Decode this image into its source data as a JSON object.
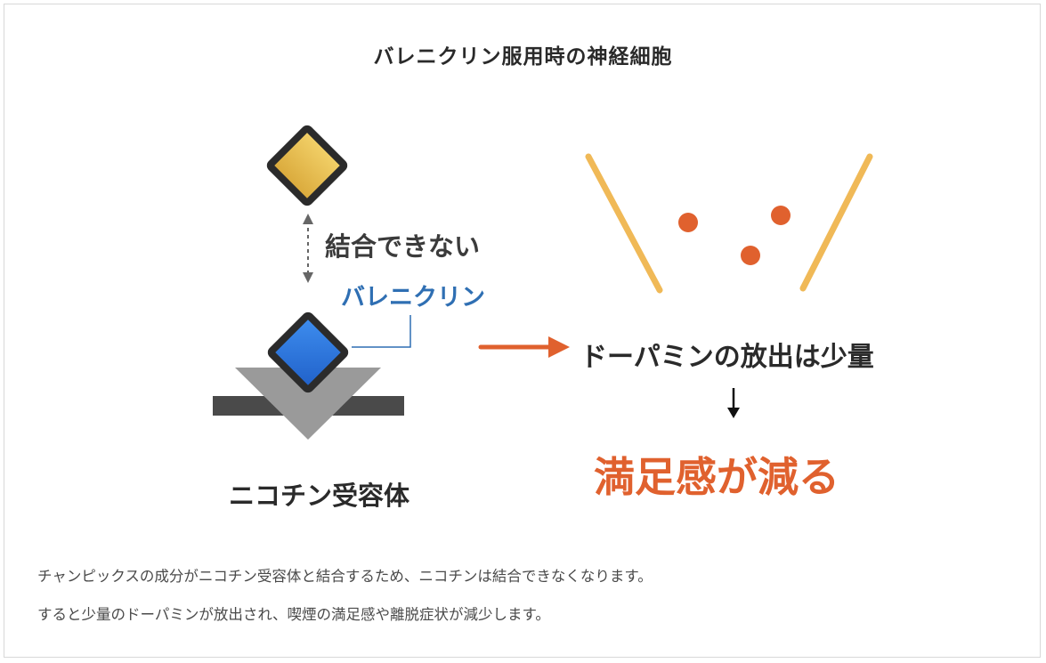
{
  "title": "バレニクリン服用時の神経細胞",
  "labels": {
    "cannot_bind": "結合できない",
    "varenicline": "バレニクリン",
    "receptor": "ニコチン受容体",
    "dopamine_release": "ドーパミンの放出は少量",
    "satisfaction_decrease": "満足感が減る"
  },
  "description": {
    "line1": "チャンピックスの成分がニコチン受容体と結合するため、ニコチンは結合できなくなります。",
    "line2": "すると少量のドーパミンが放出され、喫煙の満足感や離脱症状が減少します。"
  },
  "colors": {
    "nicotine_fill": "#e9be4a",
    "varenicline_fill": "#2f7fe0",
    "varenicline_label": "#2f6fb3",
    "outline": "#2b2b2b",
    "receptor_triangle": "#9a9a9a",
    "membrane": "#4a4a4a",
    "arrow": "#e0612e",
    "synapse_wall": "#f0b957",
    "dopamine_dot": "#e0612e",
    "accent_text": "#e0612e"
  }
}
